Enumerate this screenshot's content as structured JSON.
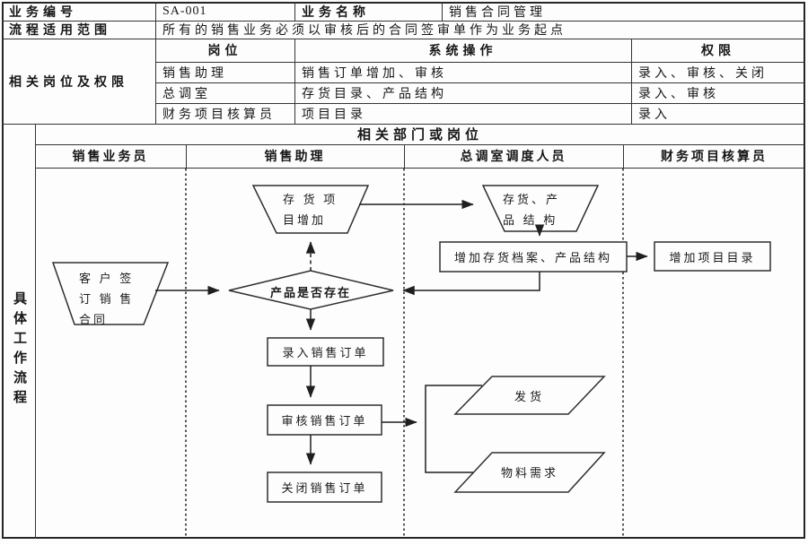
{
  "header_row": {
    "biz_no_label": "业务编号",
    "biz_no_value": "SA-001",
    "biz_name_label": "业务名称",
    "biz_name_value": "销售合同管理",
    "scope_label": "流程适用范围",
    "scope_value": "所有的销售业务必须以审核后的合同签审单作为业务起点"
  },
  "roles": {
    "section_label": "相关岗位及权限",
    "columns": {
      "post": "岗位",
      "ops": "系统操作",
      "perm": "权限"
    },
    "rows": [
      {
        "post": "销售助理",
        "ops": "销售订单增加、审核",
        "perm": "录入、审核、关闭"
      },
      {
        "post": "总调室",
        "ops": "存货目录、产品结构",
        "perm": "录入、审核"
      },
      {
        "post": "财务项目核算员",
        "ops": "项目目录",
        "perm": "录入"
      }
    ]
  },
  "swimlanes": {
    "title": "相关部门或岗位",
    "side_label": "具体工作流程",
    "lanes": [
      {
        "label": "销售业务员"
      },
      {
        "label": "销售助理"
      },
      {
        "label": "总调室调度人员"
      },
      {
        "label": "财务项目核算员"
      }
    ]
  },
  "flow": {
    "customer_sign": {
      "line1": "客 户 签",
      "line2": "订 销 售",
      "line3": "合同"
    },
    "inventory_item_add": {
      "line1": "存 货 项",
      "line2": "目增加"
    },
    "inventory_product_structure": {
      "line1": "存货、产",
      "line2": "品 结 构"
    },
    "decision": "产品是否存在",
    "add_inventory_archive": "增加存货档案、产品结构",
    "add_project_catalog": "增加项目目录",
    "enter_sales_order": "录入销售订单",
    "audit_sales_order": "审核销售订单",
    "close_sales_order": "关闭销售订单",
    "delivery": "发货",
    "material_demand": "物料需求"
  },
  "colors": {
    "line": "#2e2e2e",
    "text": "#161616",
    "background": "#fdfdfd"
  }
}
